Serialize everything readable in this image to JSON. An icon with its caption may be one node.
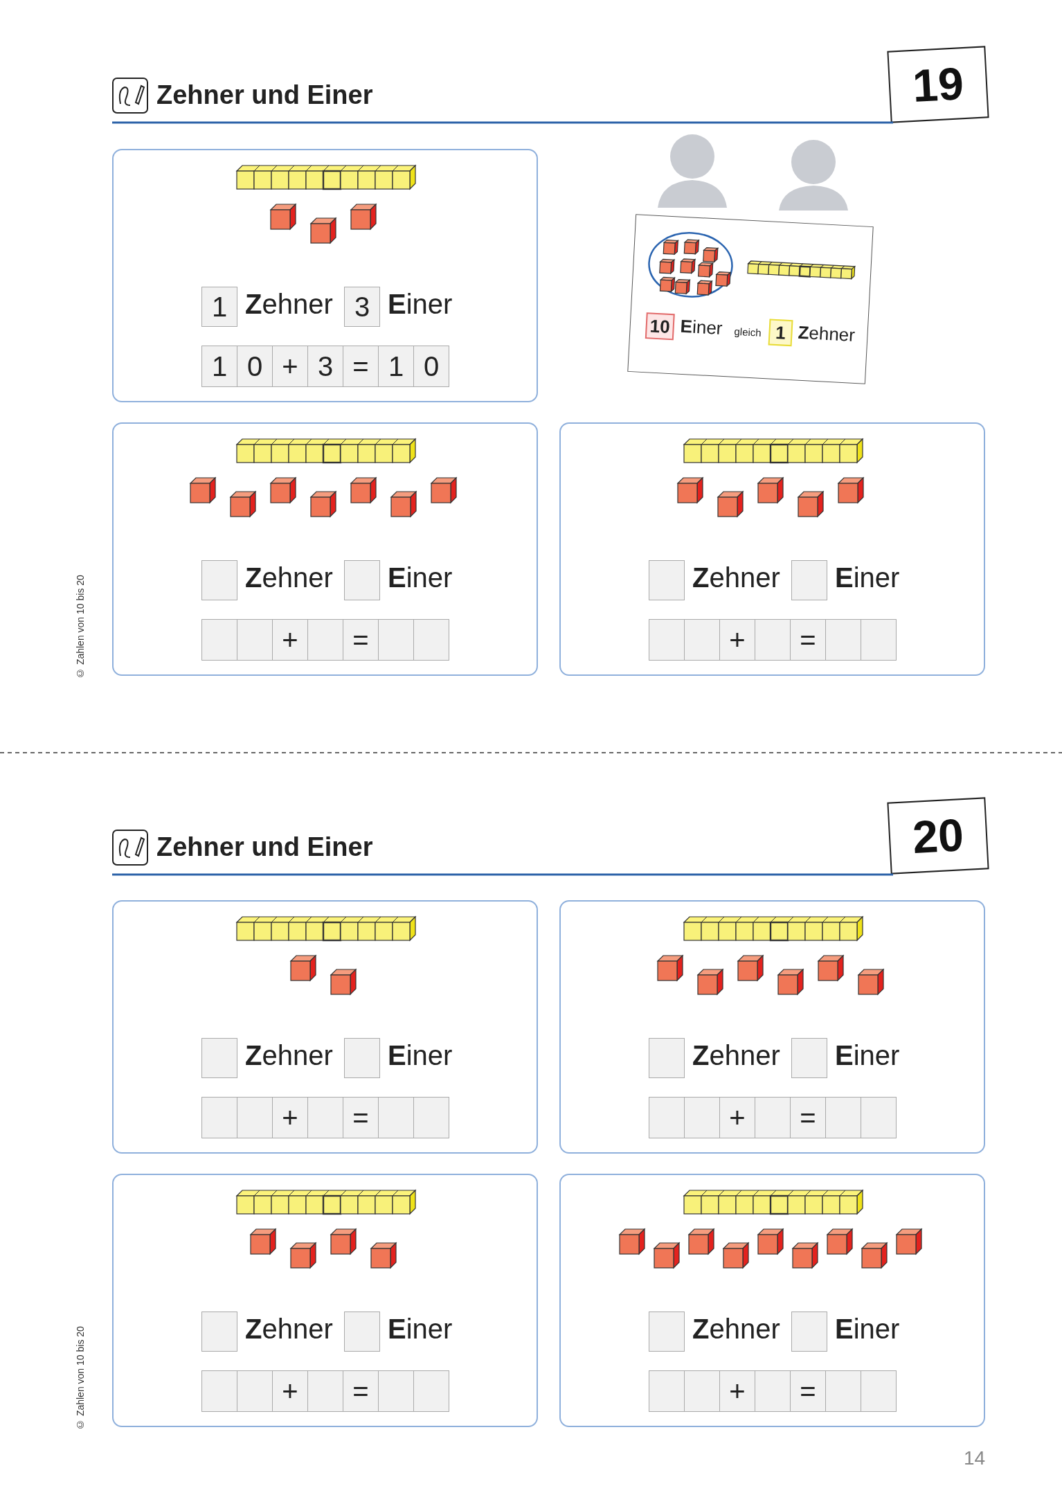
{
  "diagram": {
    "nodes": [
      {
        "text": [
          "19"
        ]
      },
      {
        "text": [
          "1",
          "**Z**ehner",
          "3",
          "**E**iner",
          "1",
          "0",
          "+",
          "3",
          "=",
          "1",
          "0"
        ]
      },
      {
        "text": [
          "10",
          "**E**iner",
          "gleich",
          "1",
          "**Z**ehner"
        ]
      },
      {
        "text": [
          "**Z**ehner",
          "**E**iner",
          "+",
          "="
        ]
      },
      {
        "text": [
          "**Z**ehner",
          "**E**iner",
          "+",
          "="
        ]
      },
      {
        "text": [
          "20"
        ]
      },
      {
        "text": [
          "**Z**ehner",
          "**E**iner",
          "+",
          "="
        ]
      },
      {
        "text": [
          "**Z**ehner",
          "**E**iner",
          "+",
          "="
        ]
      },
      {
        "text": [
          "**Z**ehner",
          "**E**iner",
          "+",
          "="
        ]
      },
      {
        "text": [
          "**Z**ehner",
          "**E**iner",
          "+",
          "="
        ]
      }
    ],
    "labels": [
      "Zehner und Einer",
      "© Zahlen von 10 bis 20",
      "Zehner und Einer",
      "© Zahlen von 10 bis 20",
      "14"
    ]
  }
}
